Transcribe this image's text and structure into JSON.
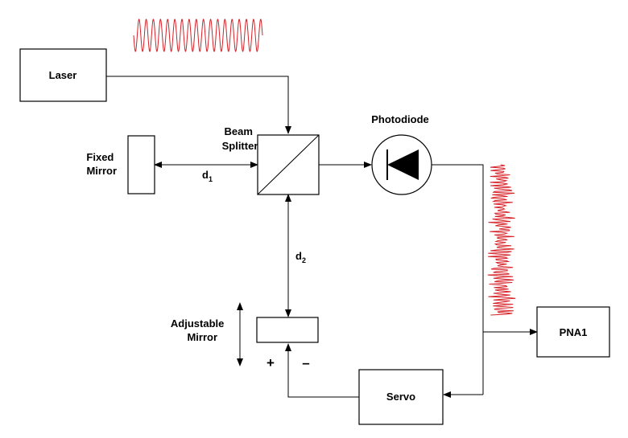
{
  "colors": {
    "line": "#000000",
    "signal": "#d62027",
    "background": "#ffffff"
  },
  "blocks": {
    "laser": "Laser",
    "fixed_mirror": [
      "Fixed",
      "Mirror"
    ],
    "beam_splitter": [
      "Beam",
      "Splitter"
    ],
    "photodiode": "Photodiode",
    "adjustable_mirror": [
      "Adjustable",
      "Mirror"
    ],
    "servo": "Servo",
    "pna": "PNA1"
  },
  "distances": {
    "d1": {
      "base": "d",
      "sub": "1"
    },
    "d2": {
      "base": "d",
      "sub": "2"
    }
  },
  "servo_polarity": {
    "plus": "+",
    "minus": "–"
  },
  "signals": {
    "laser_wave": "clean-sine-icon",
    "detector_wave": "noisy-signal-icon"
  }
}
